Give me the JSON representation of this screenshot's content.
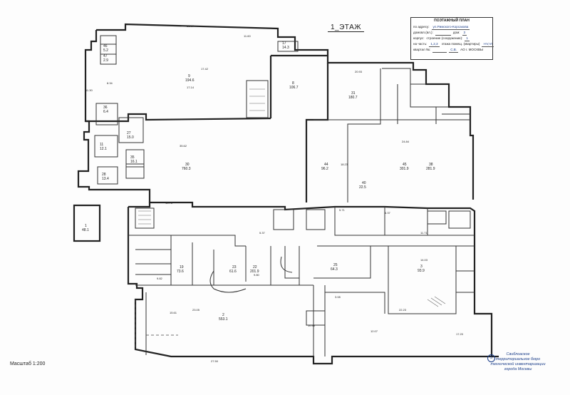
{
  "sheet_title": "1_ЭТАЖ",
  "stamp": {
    "heading": "ПОЭТАЖНЫЙ ПЛАН",
    "address_label": "по адресу:",
    "address_value": "ул.Римского-Корсакова",
    "domovl_label": "домовл.(вл.):",
    "dom_label": "дом:",
    "dom_value": "3",
    "korpus_label": "корпус:",
    "stroenie_label": "строение (сооружение):",
    "stroenie_value": "1",
    "part_label": "на часть:",
    "part_value": "1,2,3",
    "etazh_label": "этажа  помещ. (квартиры)",
    "pom_value": "I-IV,VI",
    "kvartal_label": "квартал №:",
    "ao_label": "АО г. МОСКВЫ",
    "ao_value": "С.В."
  },
  "scale_label": "Масштаб 1:200",
  "seal_text": [
    "Свиблоаское",
    "территориальное бюро",
    "технической инвентаризации",
    "города Москвы"
  ],
  "seal_number": "5",
  "room_labels": [
    {
      "id": "1",
      "area": "48.1"
    },
    {
      "id": "2",
      "area": "553.1"
    },
    {
      "id": "3",
      "area": "93.9"
    },
    {
      "id": "8",
      "area": "106.7"
    },
    {
      "id": "9",
      "area": "194.6"
    },
    {
      "id": "30",
      "area": "760.3"
    },
    {
      "id": "31",
      "area": "180.7"
    },
    {
      "id": "38",
      "area": "281.9"
    },
    {
      "id": "44",
      "area": "96.2"
    },
    {
      "id": "45",
      "area": "301.9"
    },
    {
      "id": "46",
      "area": "5.2"
    },
    {
      "id": "47",
      "area": "2.9"
    },
    {
      "id": "19",
      "area": "73.6"
    },
    {
      "id": "22",
      "area": "201.9"
    },
    {
      "id": "23",
      "area": "61.6"
    },
    {
      "id": "25",
      "area": "64.3"
    },
    {
      "id": "40",
      "area": "22.5"
    },
    {
      "id": "17",
      "area": "14.3"
    },
    {
      "id": "36",
      "area": "6.4"
    },
    {
      "id": "27",
      "area": "15.0"
    },
    {
      "id": "11",
      "area": "12.1"
    },
    {
      "id": "35",
      "area": "16.1"
    },
    {
      "id": "28",
      "area": "13.4"
    }
  ],
  "dimensions": [
    "36.07",
    "17.14",
    "8.34",
    "11.60",
    "20.93",
    "35.62",
    "13.78",
    "24.84",
    "17.42",
    "18.23",
    "6.37",
    "9.80",
    "11.30",
    "5.37",
    "23.05",
    "27.50",
    "15.61",
    "12.07",
    "14.03",
    "17.20",
    "11.71",
    "22.23",
    "9.82",
    "3.08",
    "10.38",
    "5.71"
  ]
}
